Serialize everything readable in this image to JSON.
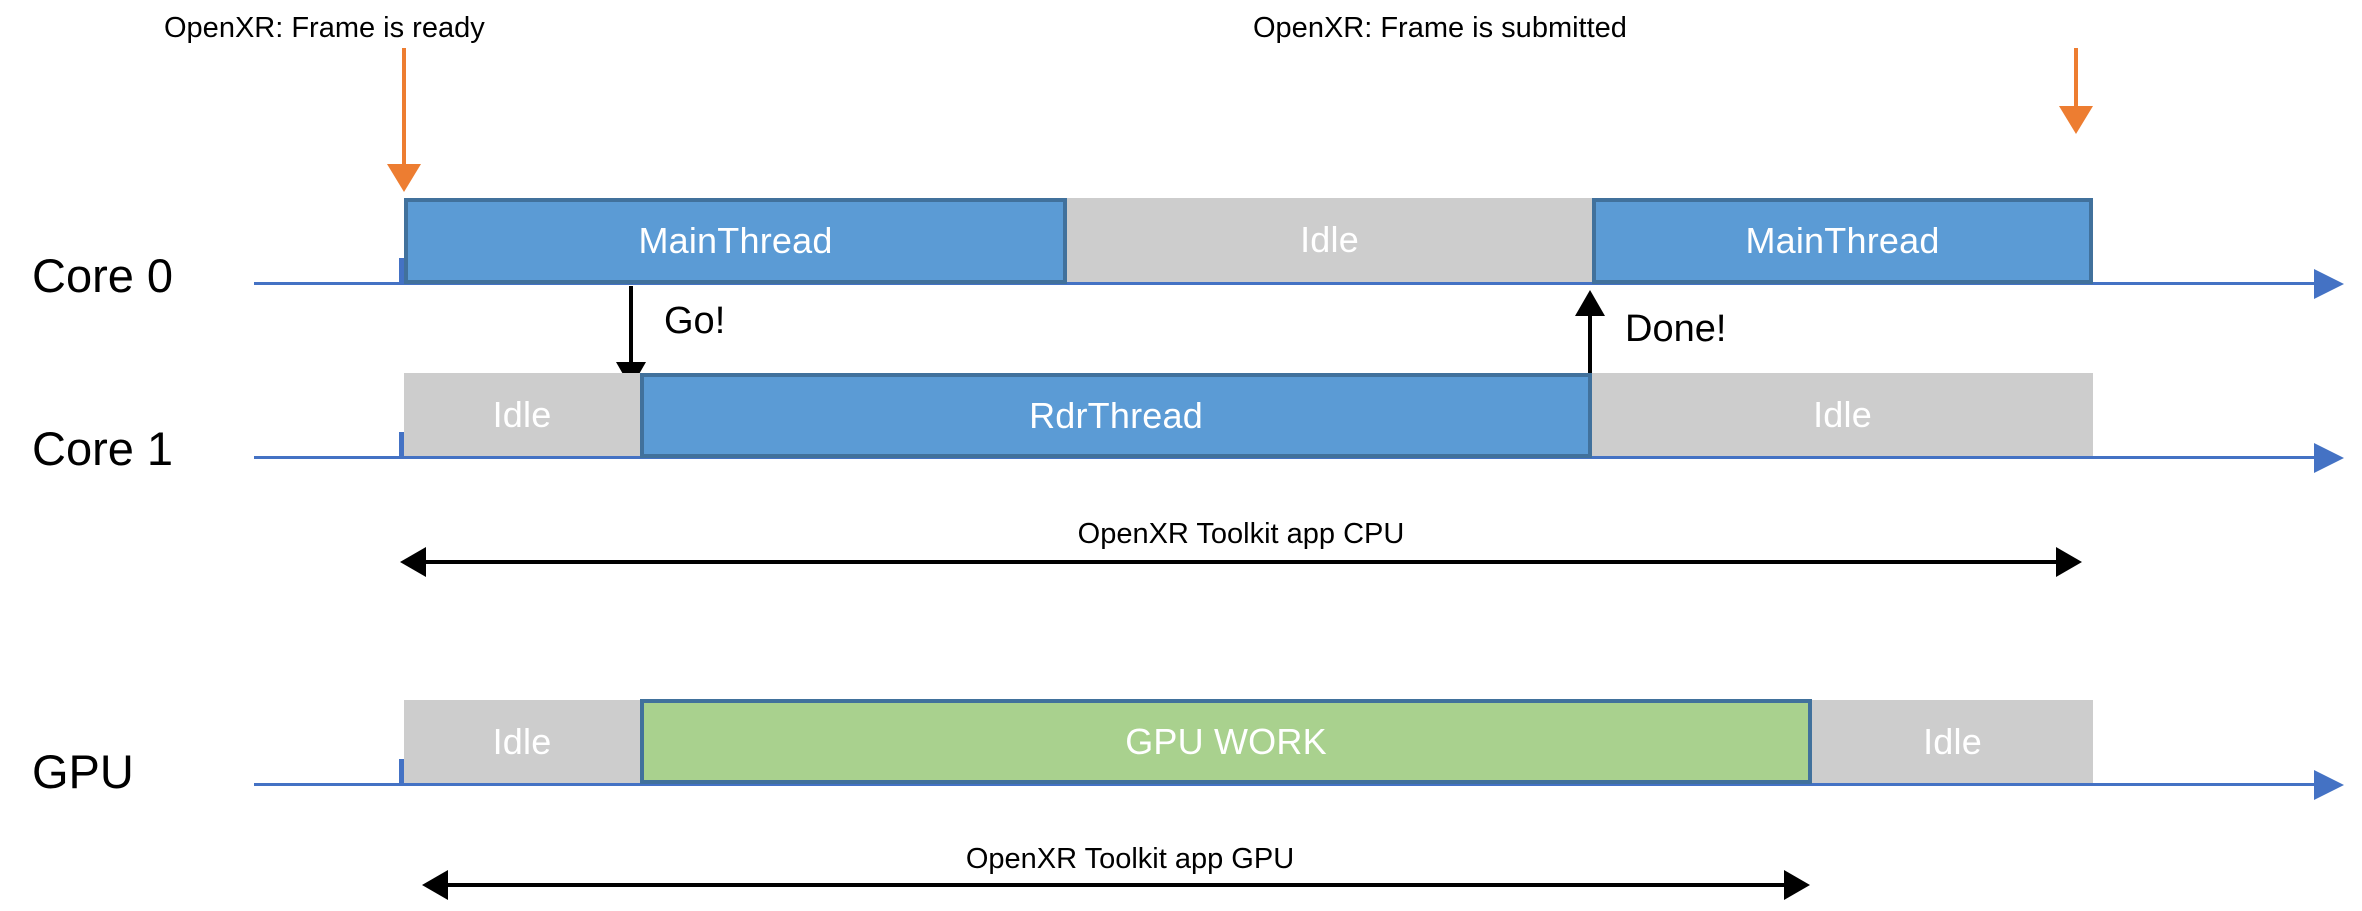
{
  "diagram": {
    "title": "OpenXR Toolkit frame timing diagram",
    "colors": {
      "thread_blue": "#5B9BD5",
      "block_border": "#41719C",
      "idle_grey": "#CDCDCD",
      "gpu_green": "#A9D18E",
      "axis_blue": "#4472C4",
      "event_orange": "#ED7D31",
      "signal_black": "#000000"
    }
  },
  "events": [
    {
      "id": "frame-ready",
      "label": "OpenXR: Frame is ready"
    },
    {
      "id": "frame-submitted",
      "label": "OpenXR: Frame is submitted"
    }
  ],
  "signals": [
    {
      "id": "go",
      "label": "Go!",
      "direction": "down"
    },
    {
      "id": "done",
      "label": "Done!",
      "direction": "up"
    }
  ],
  "rows": [
    {
      "id": "core0",
      "label": "Core 0",
      "blocks": [
        {
          "id": "core0-mainthread-1",
          "label": "MainThread",
          "kind": "blue"
        },
        {
          "id": "core0-idle-1",
          "label": "Idle",
          "kind": "grey"
        },
        {
          "id": "core0-mainthread-2",
          "label": "MainThread",
          "kind": "blue"
        }
      ]
    },
    {
      "id": "core1",
      "label": "Core 1",
      "blocks": [
        {
          "id": "core1-idle-1",
          "label": "Idle",
          "kind": "grey"
        },
        {
          "id": "core1-rdrthread",
          "label": "RdrThread",
          "kind": "blue"
        },
        {
          "id": "core1-idle-2",
          "label": "Idle",
          "kind": "grey"
        }
      ]
    },
    {
      "id": "gpu",
      "label": "GPU",
      "blocks": [
        {
          "id": "gpu-idle-1",
          "label": "Idle",
          "kind": "grey"
        },
        {
          "id": "gpu-work",
          "label": "GPU WORK",
          "kind": "green"
        },
        {
          "id": "gpu-idle-2",
          "label": "Idle",
          "kind": "grey"
        }
      ]
    }
  ],
  "spans": [
    {
      "id": "cpu-span",
      "label": "OpenXR Toolkit app CPU"
    },
    {
      "id": "gpu-span",
      "label": "OpenXR Toolkit app GPU"
    }
  ]
}
